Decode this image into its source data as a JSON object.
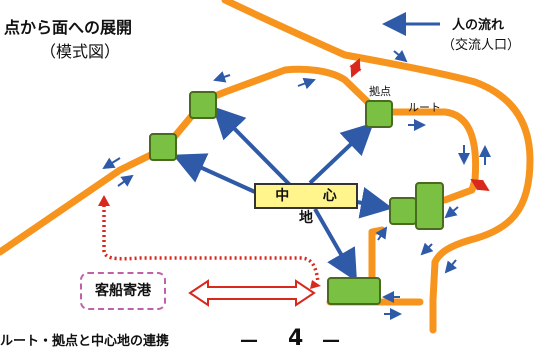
{
  "title": {
    "line1": "点から面への展開",
    "line2": "（模式図）"
  },
  "legend": {
    "line1": "人の流れ",
    "line2": "（交流人口）"
  },
  "labels": {
    "hub": "拠点",
    "route": "ルート",
    "center": "中　心　地",
    "port": "客船寄港",
    "caption": "ルート・拠点と中心地の連携",
    "page_number": "4",
    "dash_left": "—",
    "dash_right": "—"
  },
  "colors": {
    "route": "#f7941d",
    "hub_fill": "#7ac143",
    "hub_stroke": "#4a6b1f",
    "flow_arrow": "#2f5aa8",
    "dotted_arrow": "#d9281e",
    "double_arrow": "#d9281e",
    "center_fill": "#fff58c",
    "port_border": "#c060a8"
  }
}
